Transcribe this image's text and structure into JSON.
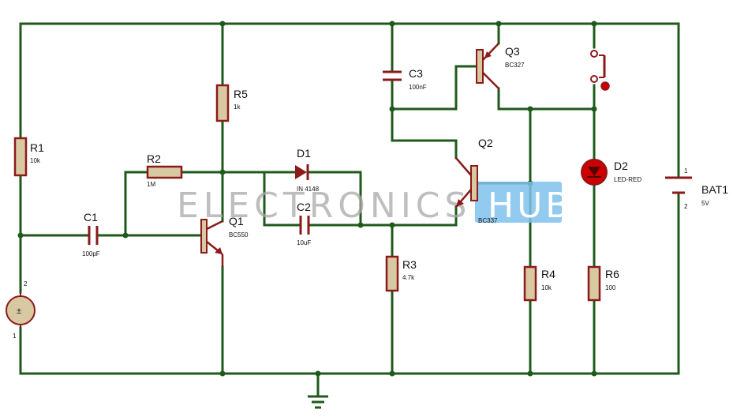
{
  "colors": {
    "wire": "#1f5a1b",
    "component": "#8b1a1a",
    "component_fill": "#d9c9a3",
    "led_fill": "#cc0000",
    "watermark_box": "#7fc2ec",
    "watermark_text": "#a9a9a9"
  },
  "watermark": {
    "part1": "ELECTRONICS",
    "part2": "HUB"
  },
  "components": {
    "R1": {
      "name": "R1",
      "value": "10k"
    },
    "R2": {
      "name": "R2",
      "value": "1M"
    },
    "R3": {
      "name": "R3",
      "value": "4.7k"
    },
    "R4": {
      "name": "R4",
      "value": "10k"
    },
    "R5": {
      "name": "R5",
      "value": "1k"
    },
    "R6": {
      "name": "R6",
      "value": "100"
    },
    "C1": {
      "name": "C1",
      "value": "100pF"
    },
    "C2": {
      "name": "C2",
      "value": "10uF"
    },
    "C3": {
      "name": "C3",
      "value": "100nF"
    },
    "D1": {
      "name": "D1",
      "value": "IN 4148"
    },
    "D2": {
      "name": "D2",
      "value": "LED-RED"
    },
    "Q1": {
      "name": "Q1",
      "value": "BC550"
    },
    "Q2": {
      "name": "Q2",
      "value": "BC337"
    },
    "Q3": {
      "name": "Q3",
      "value": "BC327"
    },
    "BAT1": {
      "name": "BAT1",
      "value": "5V",
      "pin_plus": "1",
      "pin_minus": "2"
    },
    "MIC": {
      "pin_top": "2",
      "pin_bottom": "1",
      "symbol": "±"
    }
  },
  "icons": {
    "ground": "ground-icon",
    "microphone": "microphone-source-icon",
    "switch": "push-button-switch-icon",
    "battery": "battery-icon",
    "led": "led-icon",
    "diode": "diode-icon"
  }
}
